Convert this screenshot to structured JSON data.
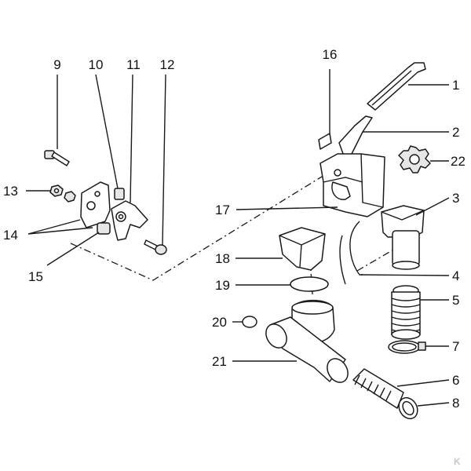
{
  "labels": [
    "1",
    "2",
    "3",
    "4",
    "5",
    "6",
    "7",
    "8",
    "9",
    "10",
    "11",
    "12",
    "13",
    "14",
    "15",
    "16",
    "17",
    "18",
    "19",
    "20",
    "21",
    "22"
  ],
  "watermark": "K"
}
